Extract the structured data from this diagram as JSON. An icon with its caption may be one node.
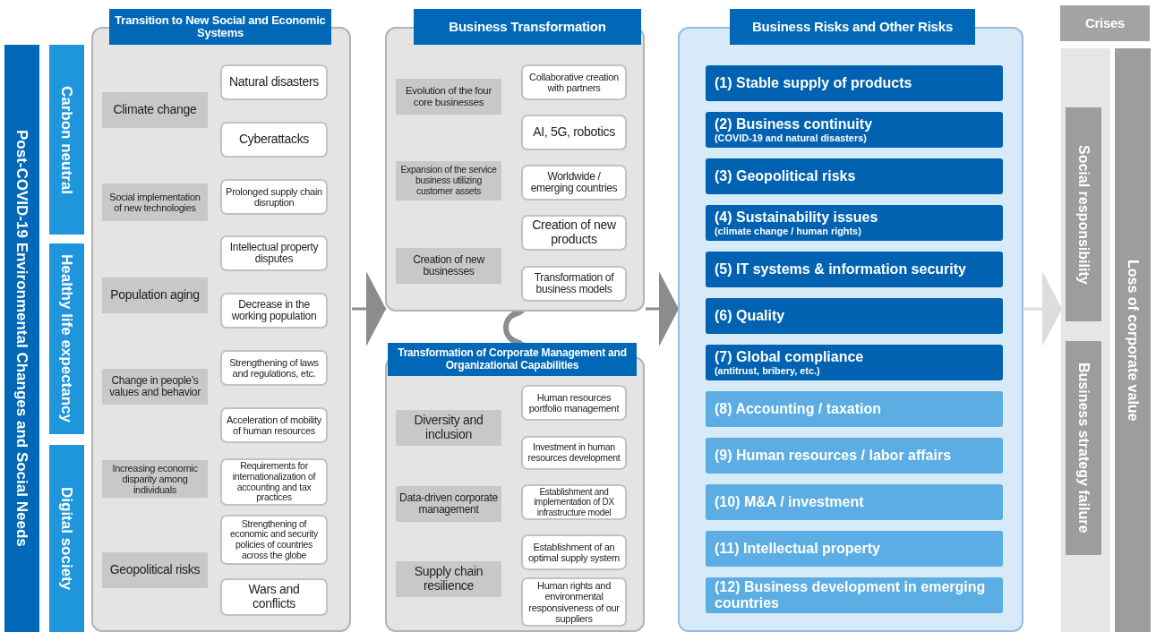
{
  "diagram": {
    "nodes": [
      {
        "text": [
          "Post-COVID-19 Environmental Changes and Social Needs"
        ]
      },
      {
        "text": [
          "Carbon neutral"
        ]
      },
      {
        "text": [
          "Healthy life expectancy"
        ]
      },
      {
        "text": [
          "Digital society"
        ]
      },
      {
        "text": [
          "Transition to New Social and Economic Systems"
        ]
      },
      {
        "text": [
          "Climate change"
        ],
        "in": 4
      },
      {
        "text": [
          "Social implementation of new technologies"
        ],
        "in": 4
      },
      {
        "text": [
          "Population aging"
        ],
        "in": 4
      },
      {
        "text": [
          "Change in people’s values and behavior"
        ],
        "in": 4
      },
      {
        "text": [
          "Increasing economic disparity among individuals"
        ],
        "in": 4
      },
      {
        "text": [
          "Geopolitical risks"
        ],
        "in": 4
      },
      {
        "text": [
          "Natural disasters"
        ],
        "in": 4
      },
      {
        "text": [
          "Cyberattacks"
        ],
        "in": 4
      },
      {
        "text": [
          "Prolonged supply chain disruption"
        ],
        "in": 4
      },
      {
        "text": [
          "Intellectual property disputes"
        ],
        "in": 4
      },
      {
        "text": [
          "Decrease in the working population"
        ],
        "in": 4
      },
      {
        "text": [
          "Strengthening of laws and regulations, etc."
        ],
        "in": 4
      },
      {
        "text": [
          "Acceleration of mobility of human resources"
        ],
        "in": 4
      },
      {
        "text": [
          "Requirements for internationalization of accounting and tax practices"
        ],
        "in": 4
      },
      {
        "text": [
          "Strengthening of economic and security policies of countries across the globe"
        ],
        "in": 4
      },
      {
        "text": [
          "Wars and conflicts"
        ],
        "in": 4
      },
      {
        "text": [
          "Business Transformation"
        ]
      },
      {
        "text": [
          "Evolution of the four core businesses"
        ],
        "in": 21
      },
      {
        "text": [
          "Expansion of the service business utilizing customer assets"
        ],
        "in": 21
      },
      {
        "text": [
          "Creation of new businesses"
        ],
        "in": 21
      },
      {
        "text": [
          "Collaborative creation with partners"
        ],
        "in": 21
      },
      {
        "text": [
          "AI, 5G, robotics"
        ],
        "in": 21
      },
      {
        "text": [
          "Worldwide / emerging countries"
        ],
        "in": 21
      },
      {
        "text": [
          "Creation of new products"
        ],
        "in": 21
      },
      {
        "text": [
          "Transformation of business models"
        ],
        "in": 21
      },
      {
        "text": [
          "Transformation of Corporate Management and Organizational Capabilities"
        ]
      },
      {
        "text": [
          "Diversity and inclusion"
        ],
        "in": 30
      },
      {
        "text": [
          "Data-driven corporate management"
        ],
        "in": 30
      },
      {
        "text": [
          "Supply chain resilience"
        ],
        "in": 30
      },
      {
        "text": [
          "Human resources portfolio management"
        ],
        "in": 30
      },
      {
        "text": [
          "Investment in human resources development"
        ],
        "in": 30
      },
      {
        "text": [
          "Establishment and implementation of DX infrastructure model"
        ],
        "in": 30
      },
      {
        "text": [
          "Establishment of an optimal supply system"
        ],
        "in": 30
      },
      {
        "text": [
          "Human rights and environmental responsiveness of our suppliers"
        ],
        "in": 30
      },
      {
        "text": [
          "Business Risks and Other Risks"
        ]
      },
      {
        "text": [
          "(1) Stable supply of products"
        ],
        "in": 39
      },
      {
        "text": [
          "(2) Business continuity",
          "(COVID-19 and natural disasters)"
        ],
        "in": 39
      },
      {
        "text": [
          "(3) Geopolitical risks"
        ],
        "in": 39
      },
      {
        "text": [
          "(4) Sustainability issues",
          "(climate change / human rights)"
        ],
        "in": 39
      },
      {
        "text": [
          "(5) IT systems & information security"
        ],
        "in": 39
      },
      {
        "text": [
          "(6) Quality"
        ],
        "in": 39
      },
      {
        "text": [
          "(7) Global compliance",
          "(antitrust, bribery, etc.)"
        ],
        "in": 39
      },
      {
        "text": [
          "(8) Accounting / taxation"
        ],
        "in": 39
      },
      {
        "text": [
          "(9) Human resources / labor affairs"
        ],
        "in": 39
      },
      {
        "text": [
          "(10) M&A / investment"
        ],
        "in": 39
      },
      {
        "text": [
          "(11) Intellectual property"
        ],
        "in": 39
      },
      {
        "text": [
          "(12) Business development in emerging countries"
        ],
        "in": 39
      },
      {
        "text": [
          "Crises"
        ]
      },
      {
        "text": [],
        "shape": "bar"
      },
      {
        "text": [
          "Social responsibility"
        ],
        "in": 53
      },
      {
        "text": [
          "Business strategy failure"
        ],
        "in": 53
      },
      {
        "text": [
          "Loss of corporate value"
        ]
      }
    ],
    "edges": [
      {
        "from": 4,
        "to": 21,
        "arrow": "to"
      },
      {
        "from": 21,
        "to": 39,
        "arrow": "to"
      },
      {
        "from": 39,
        "to": 53,
        "arrow": "to",
        "color": "#dddddd"
      },
      {
        "from": 21,
        "to": 30,
        "arrow": "both",
        "style": "thick"
      }
    ]
  }
}
